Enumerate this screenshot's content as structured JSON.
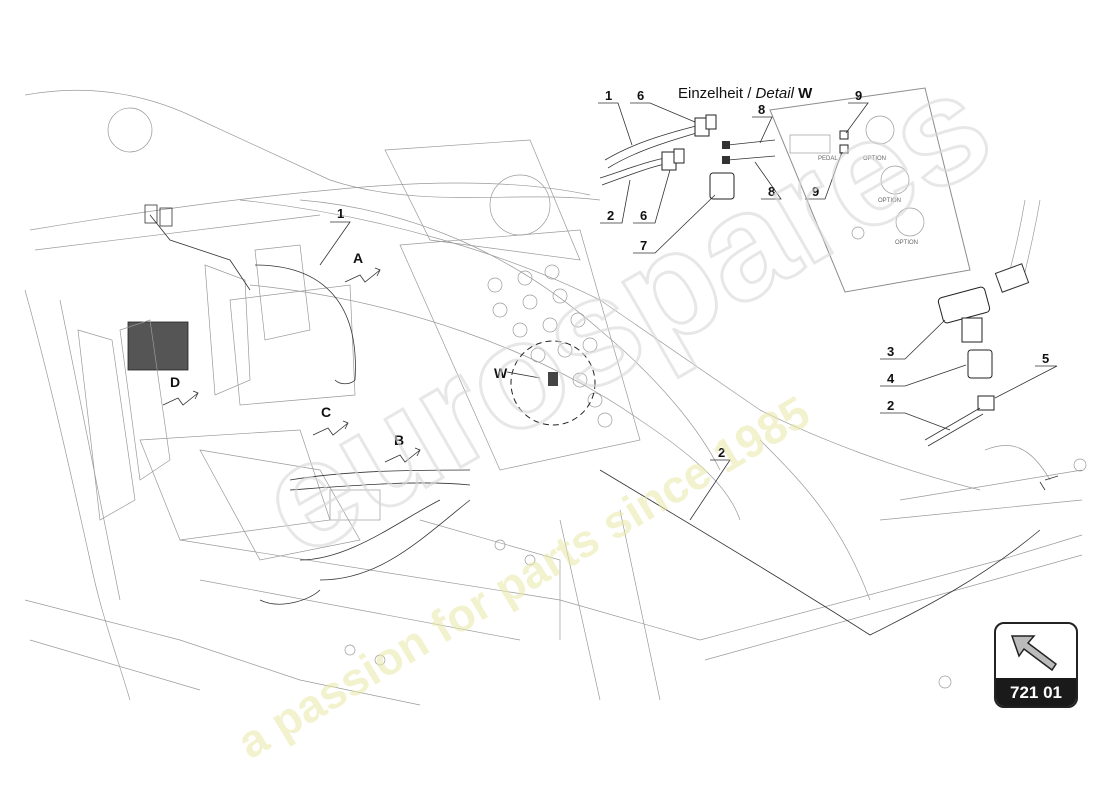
{
  "detail": {
    "title_de": "Einzelheit / ",
    "title_en": "Detail",
    "title_letter": "W"
  },
  "callouts": [
    "1",
    "2",
    "3",
    "4",
    "5",
    "6",
    "7",
    "8",
    "9"
  ],
  "view_markers": {
    "a": "A",
    "b": "B",
    "c": "C",
    "d": "D",
    "w": "W"
  },
  "panel_labels": {
    "pedal": "PEDAL",
    "option": "OPTION"
  },
  "page_reference": "721 01",
  "icons": {
    "view-direction": "bent-arrow-icon",
    "page-nav": "diagonal-arrow-icon"
  },
  "watermark": {
    "logo": "eurospares",
    "tagline": "a passion for parts since 1985"
  },
  "colors": {
    "line": "#333333",
    "watermark_text": "#e9e9a8",
    "badge_bar": "#1a1a1a"
  }
}
